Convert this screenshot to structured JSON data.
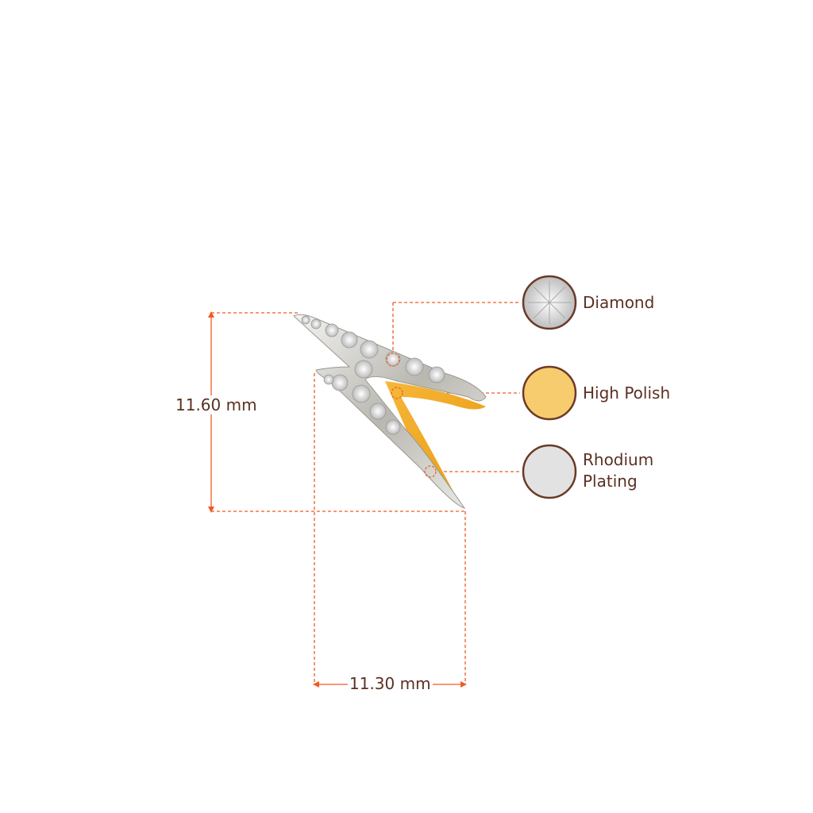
{
  "dimensions": {
    "height": "11.60 mm",
    "width": "11.30 mm"
  },
  "materials": [
    {
      "name": "Diamond",
      "color": "#d8d8d8"
    },
    {
      "name": "High Polish",
      "color": "#f7cc6e"
    },
    {
      "name": "Rhodium Plating",
      "lines": [
        "Rhodium",
        "Plating"
      ],
      "color": "#e2e2e2"
    }
  ],
  "colors": {
    "accent": "#f05a28",
    "text": "#5b3022",
    "ring": "#6b3a28"
  }
}
